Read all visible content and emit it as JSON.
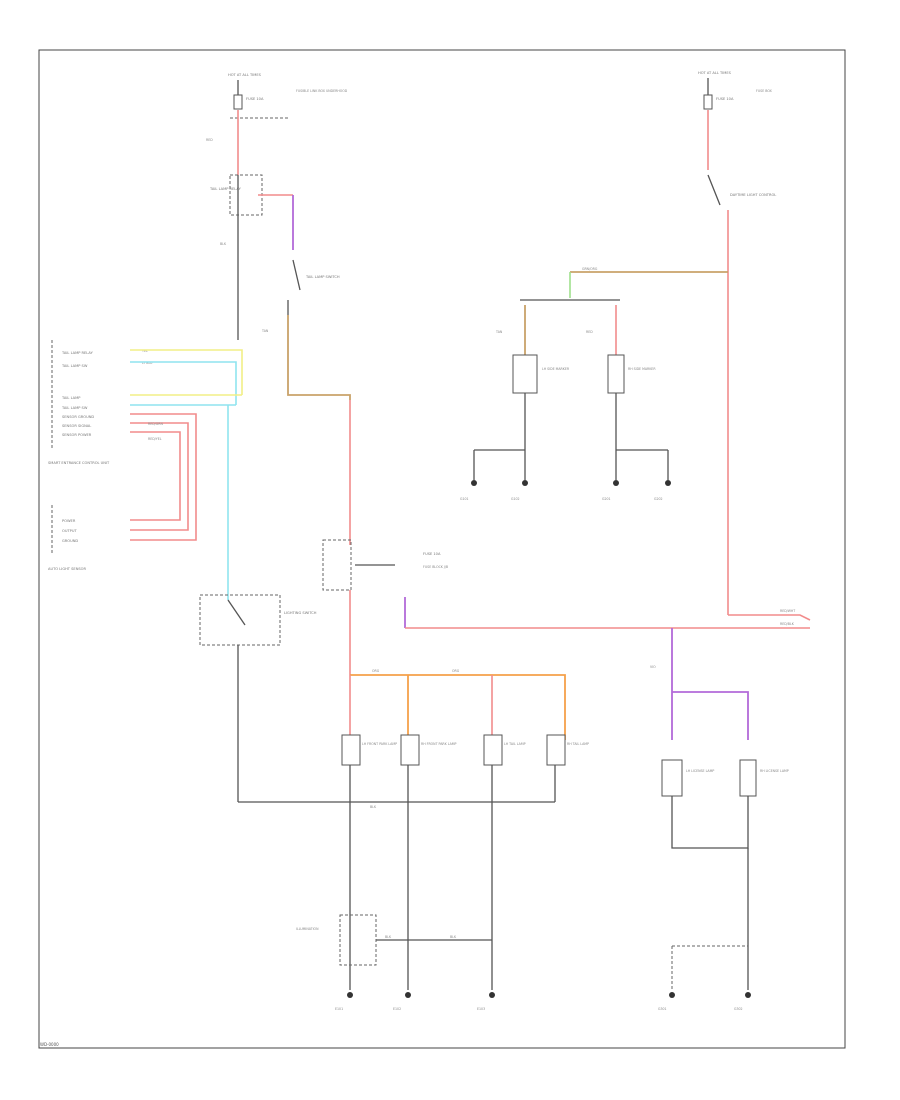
{
  "diagram": {
    "footer_code": "WD-0000",
    "colors": {
      "red": "#f28c8c",
      "violet": "#b36ad9",
      "tan": "#c9a26a",
      "orange": "#f5a04a",
      "yellow": "#f2ef86",
      "cyan": "#8fe4ef",
      "green": "#9ee08c",
      "black": "#555555"
    },
    "labels": {
      "hot_at_all_times_left": "HOT AT ALL TIMES",
      "fuse_left": "FUSE 10A",
      "fuse_left_desc": "FUSIBLE LINK BOX UNDERHOOD",
      "hot_at_all_times_right": "HOT AT ALL TIMES",
      "fuse_right": "FUSE 10A",
      "fuse_right_desc": "FUSE BOX",
      "relay_top": "TAIL LAMP RELAY",
      "switch_right": "DAYTIME LIGHT CONTROL",
      "tail_lamp_switch": "TAIL LAMP SWITCH",
      "left_connector_1": "TAIL LAMP RELAY",
      "left_connector_2": "TAIL LAMP SW",
      "left_connector_3": "TAIL LAMP",
      "left_connector_4": "TAIL LAMP SW",
      "left_connector_5": "SENSOR GROUND",
      "left_connector_6": "SENSOR SIGNAL",
      "left_connector_7": "SENSOR POWER",
      "module_left": "SMART ENTRANCE CONTROL UNIT",
      "sensor_block": "AUTO LIGHT SENSOR",
      "sensor_power": "POWER",
      "sensor_output": "OUTPUT",
      "sensor_ground": "GROUND",
      "lighting_switch": "LIGHTING SWITCH",
      "fuse_mid": "FUSE 10A",
      "fuse_mid_desc": "FUSE BLOCK J/B",
      "lamp_lh_front_clearance": "LH FRONT PARK LAMP",
      "lamp_rh_front_clearance": "RH FRONT PARK LAMP",
      "lamp_lh_rear": "LH TAIL LAMP",
      "lamp_rh_rear": "RH TAIL LAMP",
      "lamp_lh_license": "LH LICENSE LAMP",
      "lamp_rh_license": "RH LICENSE LAMP",
      "lamp_upper_1": "LH SIDE MARKER",
      "lamp_upper_2": "RH SIDE MARKER",
      "lamp_ground_box": "ILLUMINATION",
      "ground_1": "G101",
      "ground_2": "G102",
      "ground_3": "G201",
      "ground_4": "G202",
      "ground_5": "E101",
      "ground_6": "E102",
      "ground_7": "E103",
      "ground_8": "G301",
      "ground_9": "G302",
      "wire_red_grn": "RED/GRN",
      "wire_red_yel": "RED/YEL",
      "wire_blk": "BLK",
      "wire_red": "RED",
      "wire_violet": "VIO",
      "wire_tan": "TAN",
      "wire_org": "ORG",
      "wire_yel": "YEL",
      "wire_lt_blu": "LT BLU",
      "wire_grn_org": "GRN/ORG",
      "wire_red_wht": "RED/WHT",
      "wire_red_blk": "RED/BLK"
    }
  }
}
